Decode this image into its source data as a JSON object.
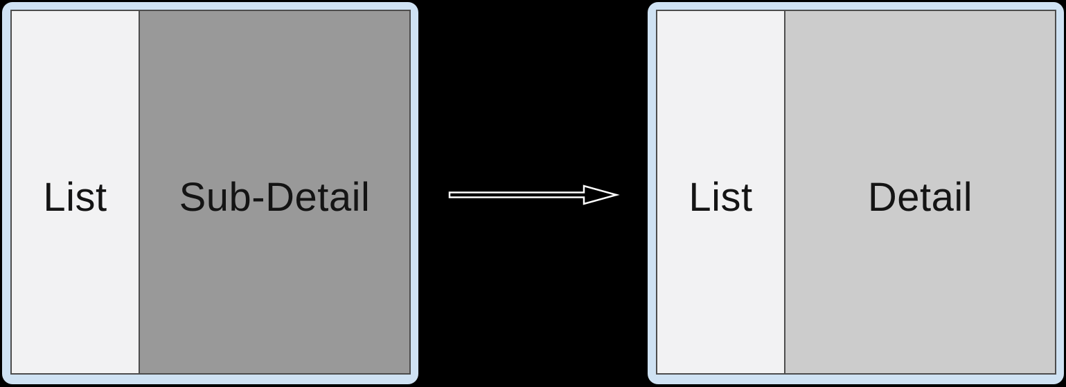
{
  "colors": {
    "canvas-bg": "#000000",
    "frame-bg": "#cfe2f3",
    "inner-border": "#4c4c4c",
    "list-bg": "#f2f2f3",
    "subdetail-bg": "#999999",
    "detail-bg": "#cccccc",
    "label-color": "#141414",
    "arrow-fill": "#000000",
    "arrow-stroke": "#ffffff"
  },
  "before": {
    "list_label": "List",
    "detail_label": "Sub-Detail"
  },
  "after": {
    "list_label": "List",
    "detail_label": "Detail"
  }
}
